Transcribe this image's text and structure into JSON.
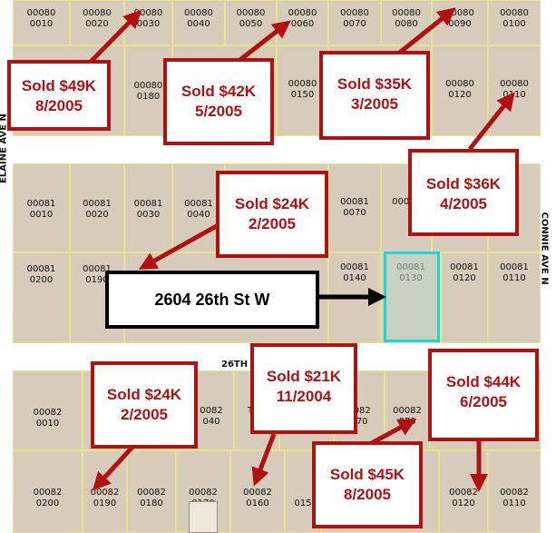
{
  "roads": {
    "left_vertical": "ELAINE AVE N",
    "bottom_horizontal": "26TH",
    "right_vertical": "CONNIE AVE N"
  },
  "parcels": [
    {
      "id": "p1",
      "line1": "00080",
      "line2": "0010"
    },
    {
      "id": "p2",
      "line1": "00080",
      "line2": "0020"
    },
    {
      "id": "p3",
      "line1": "00080",
      "line2": "0030"
    },
    {
      "id": "p4",
      "line1": "00080",
      "line2": "0040"
    },
    {
      "id": "p5",
      "line1": "00080",
      "line2": "0050"
    },
    {
      "id": "p6",
      "line1": "00080",
      "line2": "0060"
    },
    {
      "id": "p7",
      "line1": "00080",
      "line2": "0070"
    },
    {
      "id": "p8",
      "line1": "00080",
      "line2": "0080"
    },
    {
      "id": "p9",
      "line1": "00080",
      "line2": "0090"
    },
    {
      "id": "p10",
      "line1": "00080",
      "line2": "0100"
    },
    {
      "id": "p11",
      "line1": "00080",
      "line2": "0180"
    },
    {
      "id": "p12",
      "line1": "00080",
      "line2": "0150"
    },
    {
      "id": "p13",
      "line1": "00080",
      "line2": "0120"
    },
    {
      "id": "p14",
      "line1": "00080",
      "line2": "0110"
    },
    {
      "id": "p15",
      "line1": "00081",
      "line2": "0010"
    },
    {
      "id": "p16",
      "line1": "00081",
      "line2": "0020"
    },
    {
      "id": "p17",
      "line1": "00081",
      "line2": "0030"
    },
    {
      "id": "p18",
      "line1": "00081",
      "line2": "0040"
    },
    {
      "id": "p19",
      "line1": "00081",
      "line2": "0070"
    },
    {
      "id": "p20",
      "line1": "00081",
      "line2": "0200"
    },
    {
      "id": "p21",
      "line1": "00081",
      "line2": "0190"
    },
    {
      "id": "p22",
      "line1": "00081",
      "line2": "0140"
    },
    {
      "id": "p23",
      "line1": "00081",
      "line2": "0130"
    },
    {
      "id": "p24",
      "line1": "00081",
      "line2": "0120"
    },
    {
      "id": "p25",
      "line1": "00081",
      "line2": "0110"
    },
    {
      "id": "p26",
      "line1": "00082",
      "line2": "0010"
    },
    {
      "id": "p27",
      "line1": "0082",
      "line2": "040"
    },
    {
      "id": "p28",
      "line1": "00082",
      "line2": "0200"
    },
    {
      "id": "p29",
      "line1": "00082",
      "line2": "0190"
    },
    {
      "id": "p30",
      "line1": "00082",
      "line2": "0180"
    },
    {
      "id": "p31",
      "line1": "00082",
      "line2": "0170"
    },
    {
      "id": "p32",
      "line1": "00082",
      "line2": "0160"
    },
    {
      "id": "p33",
      "line1": "00082",
      "line2": "0120"
    },
    {
      "id": "p34",
      "line1": "00082",
      "line2": "0110"
    },
    {
      "id": "p35",
      "line1": "0082",
      "line2": "070"
    },
    {
      "id": "p36",
      "line1": "00082",
      "line2": "070"
    },
    {
      "id": "p37",
      "line1": "015",
      "line2": ""
    },
    {
      "id": "p38",
      "line1": "",
      "line2": "0"
    },
    {
      "id": "p39",
      "line1": "00081",
      "line2": ""
    }
  ],
  "address_box": "2604 26th St W",
  "callouts": [
    {
      "id": "c1",
      "price": "Sold $49K",
      "date": "8/2005"
    },
    {
      "id": "c2",
      "price": "Sold $42K",
      "date": "5/2005"
    },
    {
      "id": "c3",
      "price": "Sold $35K",
      "date": "3/2005"
    },
    {
      "id": "c4",
      "price": "Sold $36K",
      "date": "4/2005"
    },
    {
      "id": "c5",
      "price": "Sold $24K",
      "date": "2/2005"
    },
    {
      "id": "c6",
      "price": "Sold $24K",
      "date": "2/2005"
    },
    {
      "id": "c7",
      "price": "Sold $21K",
      "date": "11/2004"
    },
    {
      "id": "c8",
      "price": "Sold $44K",
      "date": "6/2005"
    },
    {
      "id": "c9",
      "price": "Sold $45K",
      "date": "8/2005"
    }
  ],
  "colors": {
    "callout_red": "#b01212",
    "highlight_cyan": "#19d6e0",
    "parcel_fill": "#d7ccbb",
    "parcel_line": "#e9e38a"
  }
}
